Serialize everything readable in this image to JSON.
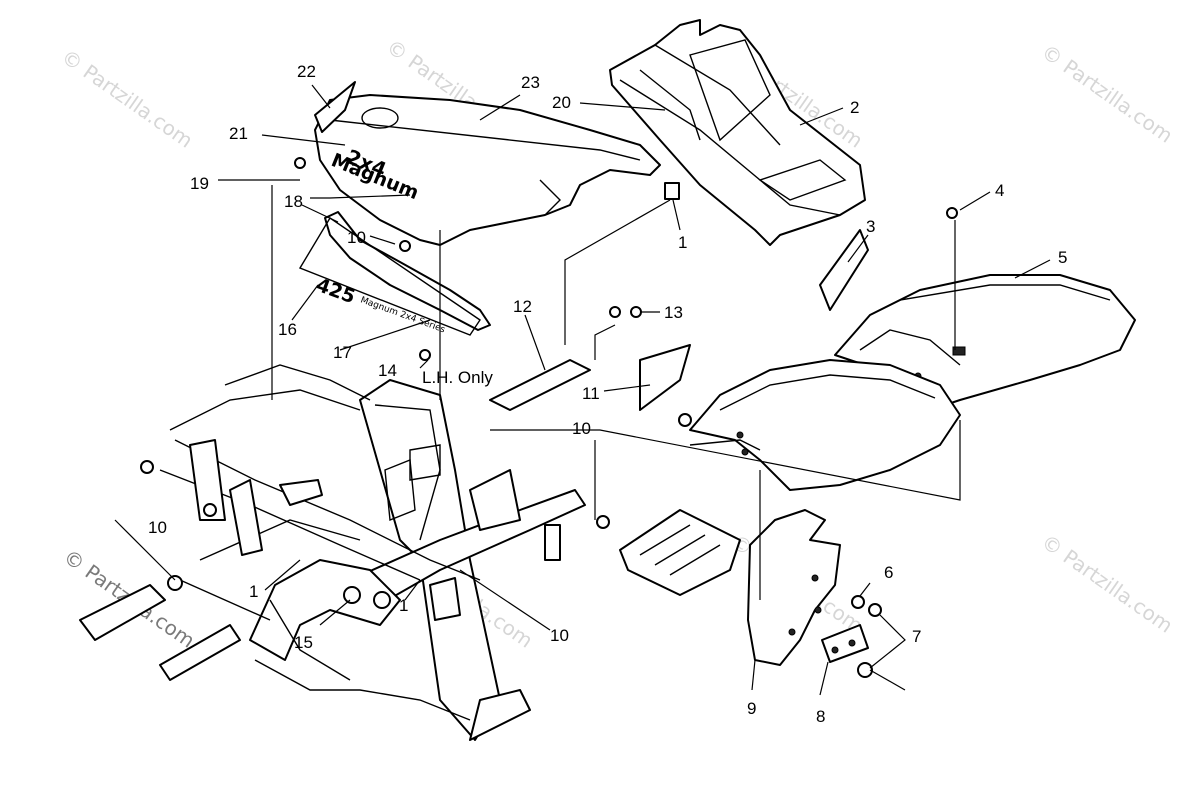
{
  "watermark": "© Partzilla.com",
  "callouts": {
    "c1_top": "1",
    "c2": "2",
    "c3": "3",
    "c4": "4",
    "c5": "5",
    "c6": "6",
    "c7": "7",
    "c8": "8",
    "c9": "9",
    "c10_a": "10",
    "c10_b": "10",
    "c10_c": "10",
    "c10_d": "10",
    "c11": "11",
    "c12": "12",
    "c13": "13",
    "c14": "14",
    "c15": "15",
    "c16": "16",
    "c17": "17",
    "c18": "18",
    "c19": "19",
    "c20": "20",
    "c21": "21",
    "c22": "22",
    "c23": "23",
    "c1_left": "1",
    "c1_mid": "1"
  },
  "notes": {
    "lh_only": "L.H. Only"
  },
  "decals": {
    "line1": "2x4",
    "line2": "Magnum",
    "model_number": "425",
    "model_script": "Magnum 2x4 Series"
  }
}
